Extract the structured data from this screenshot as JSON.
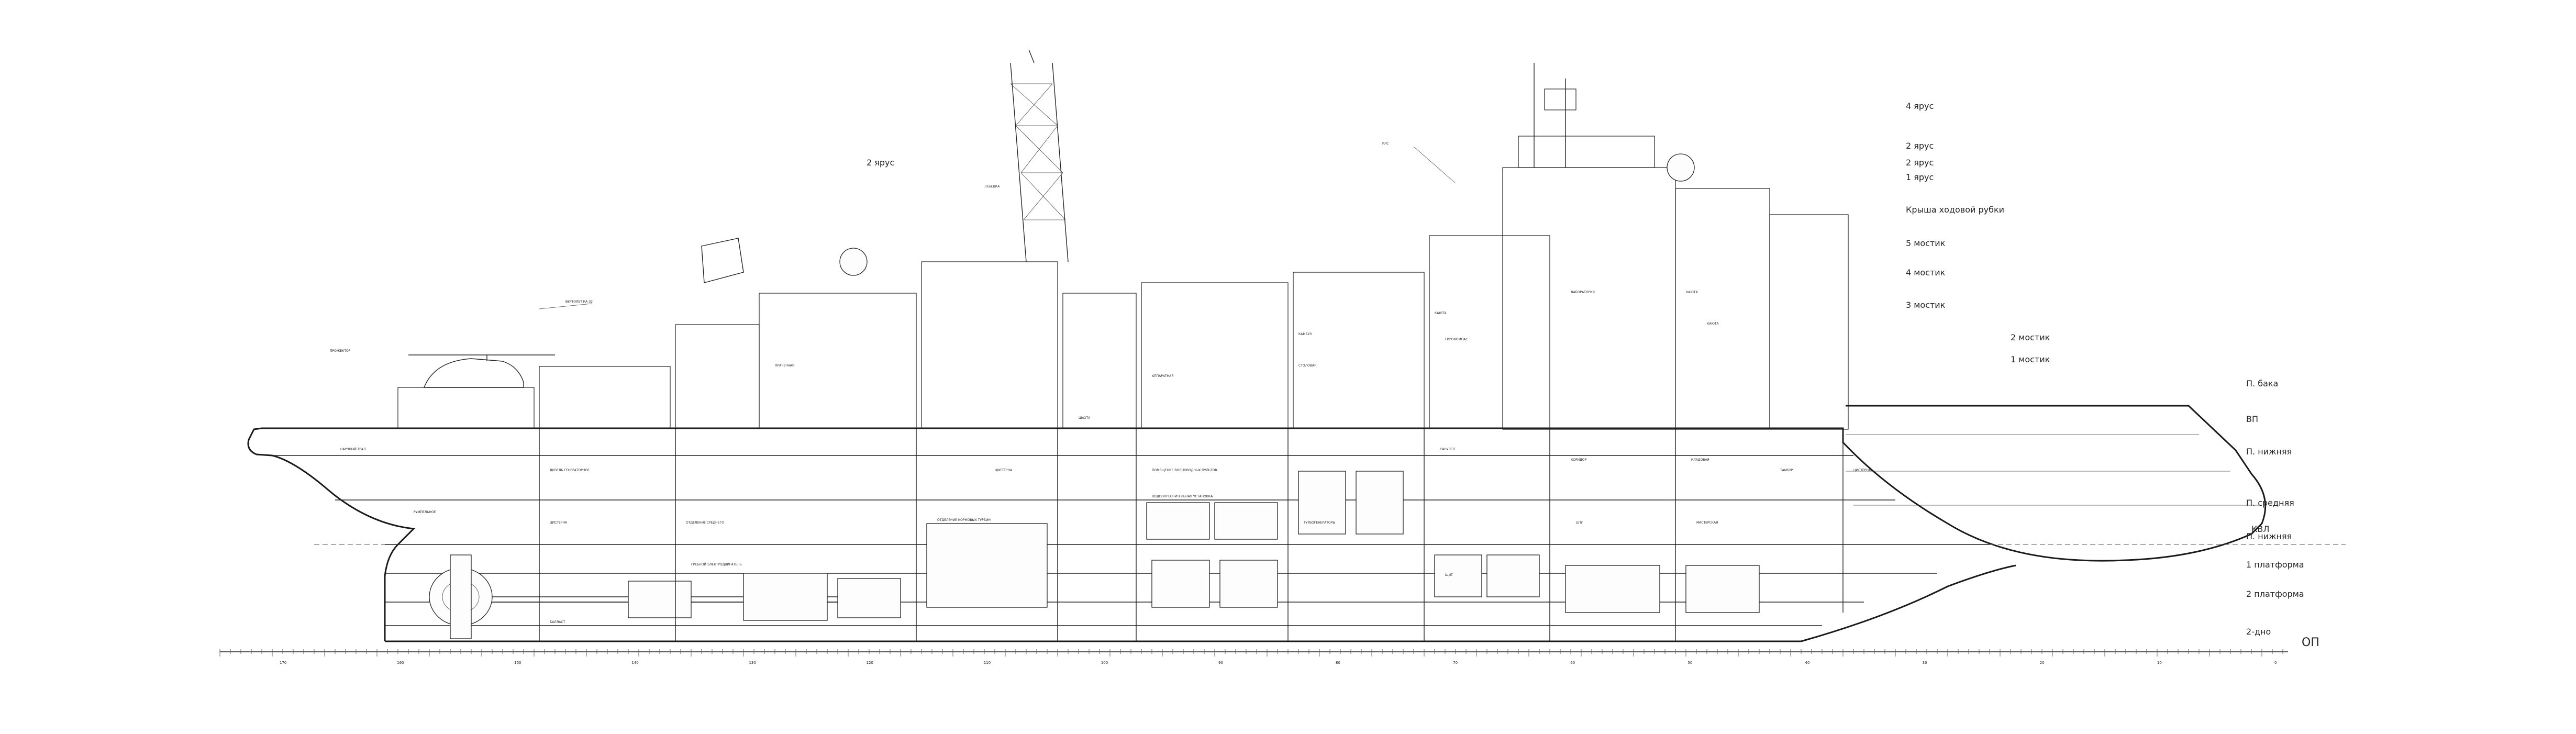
{
  "level_labels": {
    "tier_4": "4 ярус",
    "tier_2a": "2 ярус",
    "tier_2b": "2 ярус",
    "tier_1": "1 ярус",
    "wheelhouse_roof": "Крыша ходовой рубки",
    "bridge_5": "5 мостик",
    "bridge_4": "4 мостик",
    "bridge_3": "3 мостик",
    "bridge_2": "2 мостик",
    "bridge_1": "1 мостик",
    "deck_upper": "П. бака",
    "deck_upper_abbr": "ВП",
    "deck_2": "П. нижняя",
    "deck_3": "П. средняя",
    "waterline": "КВЛ",
    "deck_4": "П. нижняя",
    "platform_1": "1 платформа",
    "platform_2": "2 платформа",
    "double_bottom": "2-дно",
    "baseline": "ОП",
    "tier_2_aft": "2 ярус"
  },
  "callouts": {
    "helicopter": "ВЕРТОЛЕТ КА-32",
    "radar_station": "РЛС",
    "antenna": "ПРОЖЕКТОР",
    "aft_mast_note": "ЛЕБЕДКА"
  },
  "compartments": [
    "НАУЧНЫЙ ТРАЛ",
    "ДИЗЕЛЬ ГЕНЕРАТОРНОЕ",
    "ОТДЕЛЕНИЕ СРЕДНЕГО",
    "ОТДЕЛЕНИЕ КОРМОВЫХ ТУРБИН",
    "ГРЕБНОЙ ЭЛЕКТРОДВИГАТЕЛЬ",
    "ПОМЕЩЕНИЕ ВОЛНОВОДНЫХ ПУЛЬТОВ",
    "ВОДООПРЕСНИТЕЛЬНАЯ УСТАНОВКА",
    "ТУРБОГЕНЕРАТОРЫ",
    "АППАРАТНАЯ",
    "КАЮТА",
    "КАЮТА",
    "САНУЗЕЛ",
    "ЦИСТЕРНА",
    "ЦИСТЕРНА",
    "КЛАДОВАЯ",
    "ТАМБУР",
    "КОРИДОР",
    "КАМБУЗ",
    "СТОЛОВАЯ",
    "ПРАЧЕЧНАЯ",
    "ГИРОКОМПАС",
    "ЛАБОРАТОРИЯ",
    "ШАХТА",
    "ЩИТ",
    "ЦПУ",
    "МАСТЕРСКАЯ",
    "РУМПЕЛЬНОЕ",
    "БАЛЛАСТ",
    "ЦИСТЕРНА",
    "КАЮТА"
  ],
  "frame_numbers": [
    "170",
    "160",
    "150",
    "140",
    "130",
    "120",
    "110",
    "100",
    "90",
    "80",
    "70",
    "60",
    "50",
    "40",
    "30",
    "20",
    "10",
    "0"
  ]
}
